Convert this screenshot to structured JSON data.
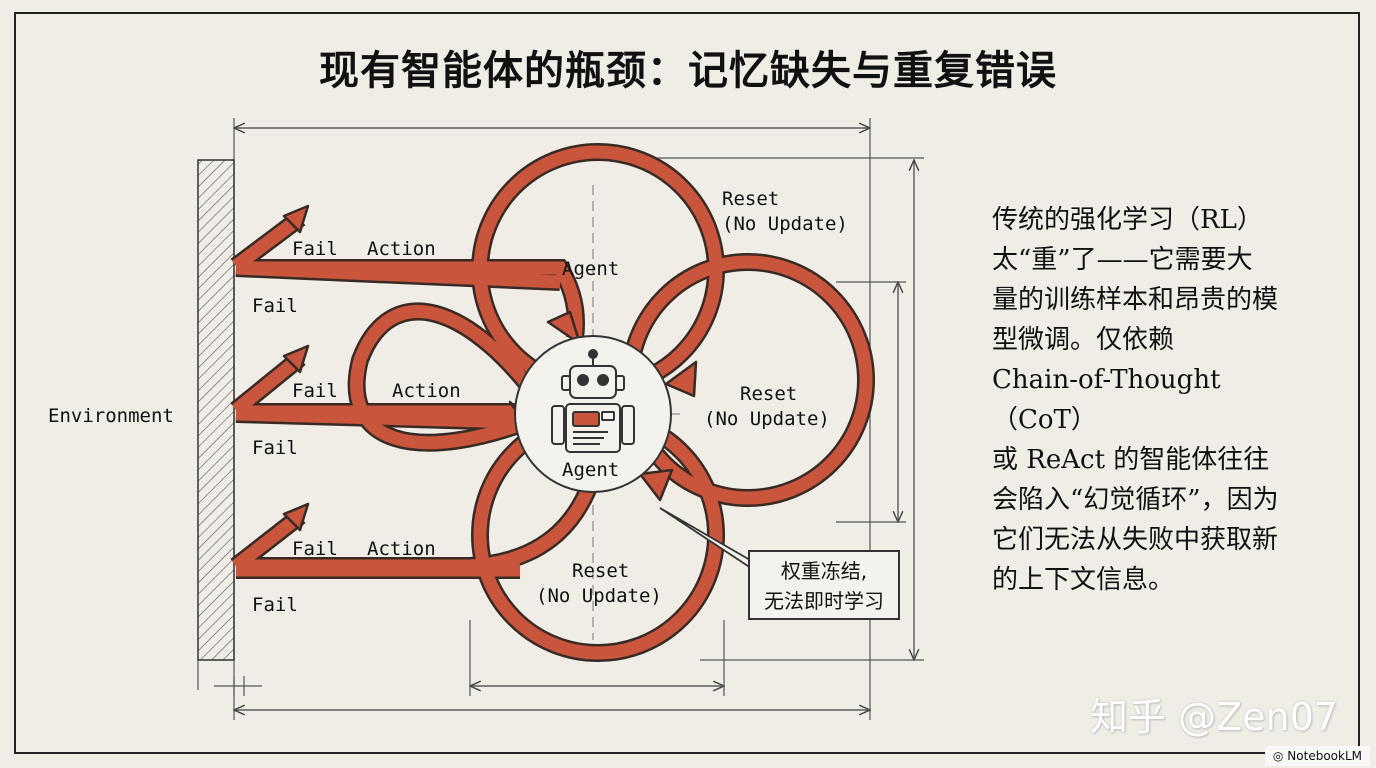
{
  "title": "现有智能体的瓶颈：记忆缺失与重复错误",
  "diagram": {
    "environment_label": "Environment",
    "agent_labels": [
      "Agent",
      "Agent"
    ],
    "loops": [
      {
        "fail_top": "Fail",
        "action": "Action",
        "fail_bottom": "Fail"
      },
      {
        "fail_top": "Fail",
        "action": "Action",
        "fail_bottom": "Fail"
      },
      {
        "fail_top": "Fail",
        "action": "Action",
        "fail_bottom": "Fail"
      }
    ],
    "resets": [
      {
        "line1": "Reset",
        "line2": "(No Update)"
      },
      {
        "line1": "Reset",
        "line2": "(No Update)"
      },
      {
        "line1": "Reset",
        "line2": "(No Update)"
      }
    ],
    "callout": {
      "line1": "权重冻结,",
      "line2": "无法即时学习"
    },
    "colors": {
      "loop": "#c8553c",
      "loop_outline": "#3a2a24",
      "background": "#efede6"
    }
  },
  "side_text": "传统的强化学习（RL）\n太“重”了——它需要大\n量的训练样本和昂贵的模\n型微调。仅依赖\nChain-of-Thought（CoT）\n或 ReAct 的智能体往往\n会陷入“幻觉循环”，因为\n它们无法从失败中获取新\n的上下文信息。",
  "watermark": "知乎 @Zen07",
  "brand": "NotebookLM"
}
